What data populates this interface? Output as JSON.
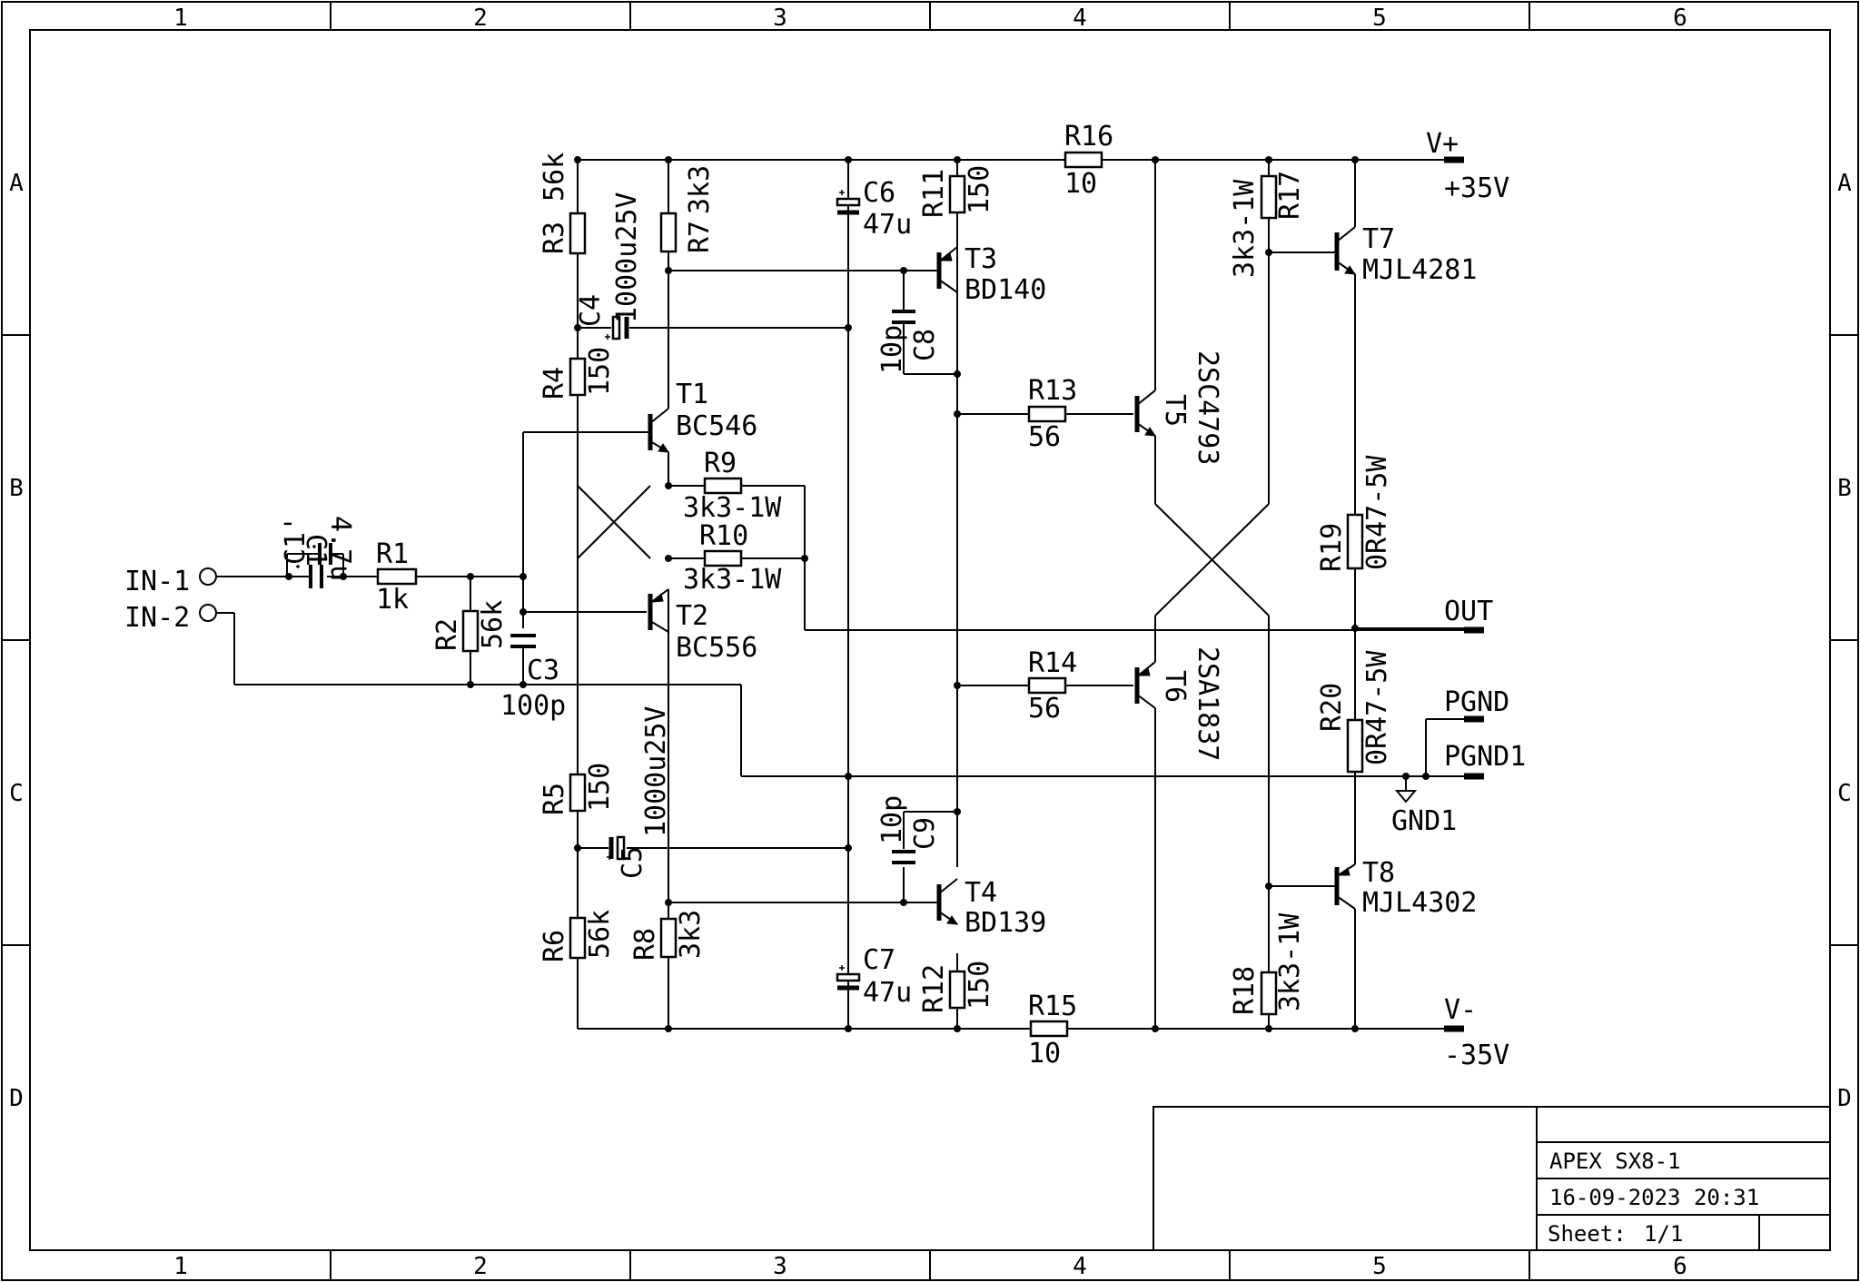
{
  "frame": {
    "cols": [
      "1",
      "2",
      "3",
      "4",
      "5",
      "6"
    ],
    "rows": [
      "A",
      "B",
      "C",
      "D"
    ]
  },
  "title_block": {
    "title": "APEX SX8-1",
    "date": "16-09-2023 20:31",
    "sheet_label": "Sheet:",
    "sheet_value": "1/1"
  },
  "ports": {
    "in1": "IN-1",
    "in2": "IN-2",
    "vplus": "V+",
    "vplus_val": "+35V",
    "vminus": "V-",
    "vminus_val": "-35V",
    "out": "OUT",
    "pgnd": "PGND",
    "pgnd1": "PGND1",
    "gnd1": "GND1"
  },
  "components": {
    "R1": {
      "ref": "R1",
      "value": "1k"
    },
    "R2": {
      "ref": "R2",
      "value": "56k"
    },
    "R3": {
      "ref": "R3",
      "value": "56k"
    },
    "R4": {
      "ref": "R4",
      "value": "150"
    },
    "R5": {
      "ref": "R5",
      "value": "150"
    },
    "R6": {
      "ref": "R6",
      "value": "56k"
    },
    "R7": {
      "ref": "R7",
      "value": "3k3"
    },
    "R8": {
      "ref": "R8",
      "value": "3k3"
    },
    "R9": {
      "ref": "R9",
      "value": "3k3-1W"
    },
    "R10": {
      "ref": "R10",
      "value": "3k3-1W"
    },
    "R11": {
      "ref": "R11",
      "value": "150"
    },
    "R12": {
      "ref": "R12",
      "value": "150"
    },
    "R13": {
      "ref": "R13",
      "value": "56"
    },
    "R14": {
      "ref": "R14",
      "value": "56"
    },
    "R15": {
      "ref": "R15",
      "value": "10"
    },
    "R16": {
      "ref": "R16",
      "value": "10"
    },
    "R17": {
      "ref": "R17",
      "value": "3k3-1W"
    },
    "R18": {
      "ref": "R18",
      "value": "3k3-1W"
    },
    "R19": {
      "ref": "R19",
      "value": "0R47-5W"
    },
    "R20": {
      "ref": "R20",
      "value": "0R47-5W"
    },
    "C1": {
      "ref": "C1",
      "value": "4.7u"
    },
    "C1p": {
      "ref": "C1'"
    },
    "C3": {
      "ref": "C3",
      "value": "100p"
    },
    "C4": {
      "ref": "C4",
      "value": "1000u25V"
    },
    "C5": {
      "ref": "C5",
      "value": "1000u25V"
    },
    "C6": {
      "ref": "C6",
      "value": "47u"
    },
    "C7": {
      "ref": "C7",
      "value": "47u"
    },
    "C8": {
      "ref": "C8",
      "value": "10p"
    },
    "C9": {
      "ref": "C9",
      "value": "10p"
    },
    "T1": {
      "ref": "T1",
      "value": "BC546"
    },
    "T2": {
      "ref": "T2",
      "value": "BC556"
    },
    "T3": {
      "ref": "T3",
      "value": "BD140"
    },
    "T4": {
      "ref": "T4",
      "value": "BD139"
    },
    "T5": {
      "ref": "T5",
      "value": "2SC4793"
    },
    "T6": {
      "ref": "T6",
      "value": "2SA1837"
    },
    "T7": {
      "ref": "T7",
      "value": "MJL4281"
    },
    "T8": {
      "ref": "T8",
      "value": "MJL4302"
    }
  }
}
